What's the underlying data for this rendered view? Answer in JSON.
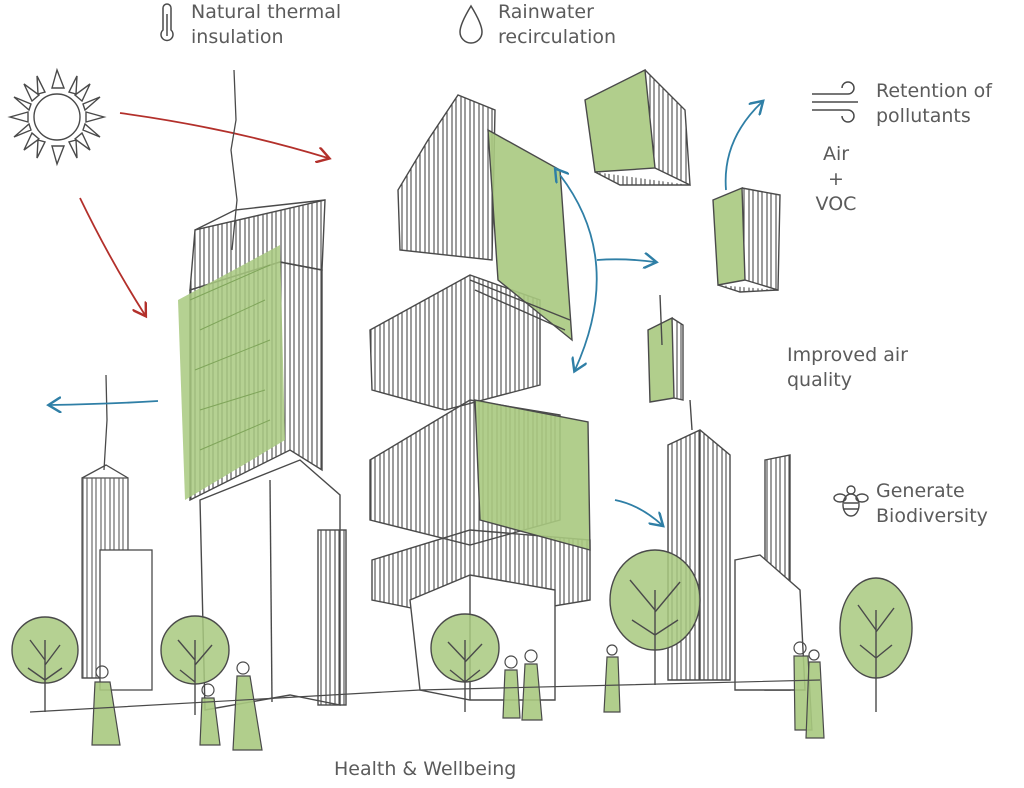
{
  "labels": {
    "thermal": "Natural thermal\ninsulation",
    "rainwater": "Rainwater\nrecirculation",
    "retention": "Retention of\npollutants",
    "air_voc": "Air\n+\nVOC",
    "air_quality": "Improved air\nquality",
    "biodiversity": "Generate\nBiodiversity",
    "health": "Health & Wellbeing"
  },
  "icons": [
    "thermometer-icon",
    "water-drop-icon",
    "wind-icon",
    "bee-icon",
    "sun-icon"
  ],
  "colors": {
    "sketch": "#4a4a4a",
    "greenery": "#a8c97f",
    "greenery_light": "#c5dca5",
    "sun_arrow": "#b3302b",
    "air_arrow": "#2f7fa6",
    "text": "#5b5b5b"
  }
}
